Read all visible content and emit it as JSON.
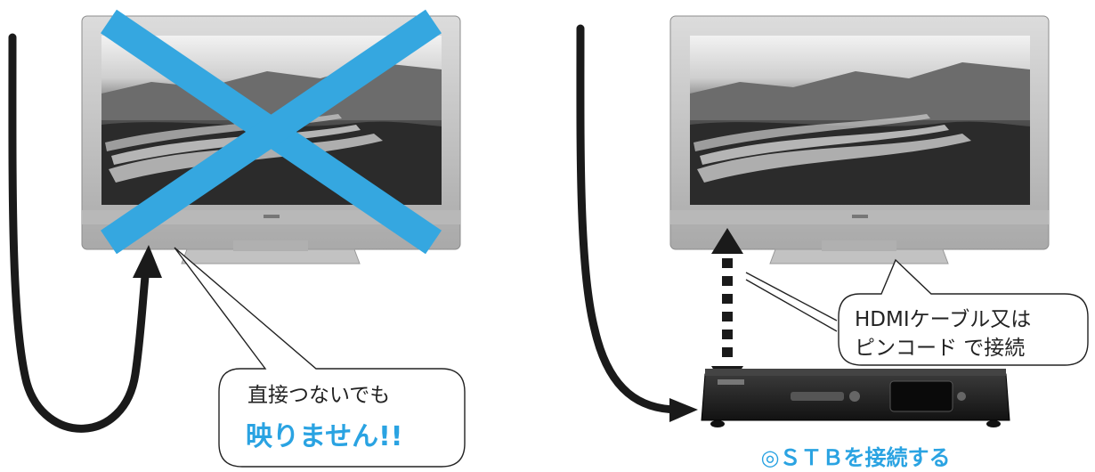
{
  "left": {
    "bubble_line1": "直接つないでも",
    "bubble_line2": "映りません!!"
  },
  "right": {
    "bubble_line1": "HDMIケーブル又は",
    "bubble_line2": "ピンコード で接続",
    "caption": "◎ＳＴＢを接続する"
  },
  "colors": {
    "cross": "#35a7e0",
    "emphasis": "#2aa3e2",
    "caption": "#2aa3e2",
    "cable": "#1a1a1a"
  },
  "icons": [
    "tv-icon",
    "tv-icon",
    "stb-icon",
    "cross-mark-icon",
    "cable-arrow-icon",
    "double-arrow-icon"
  ]
}
